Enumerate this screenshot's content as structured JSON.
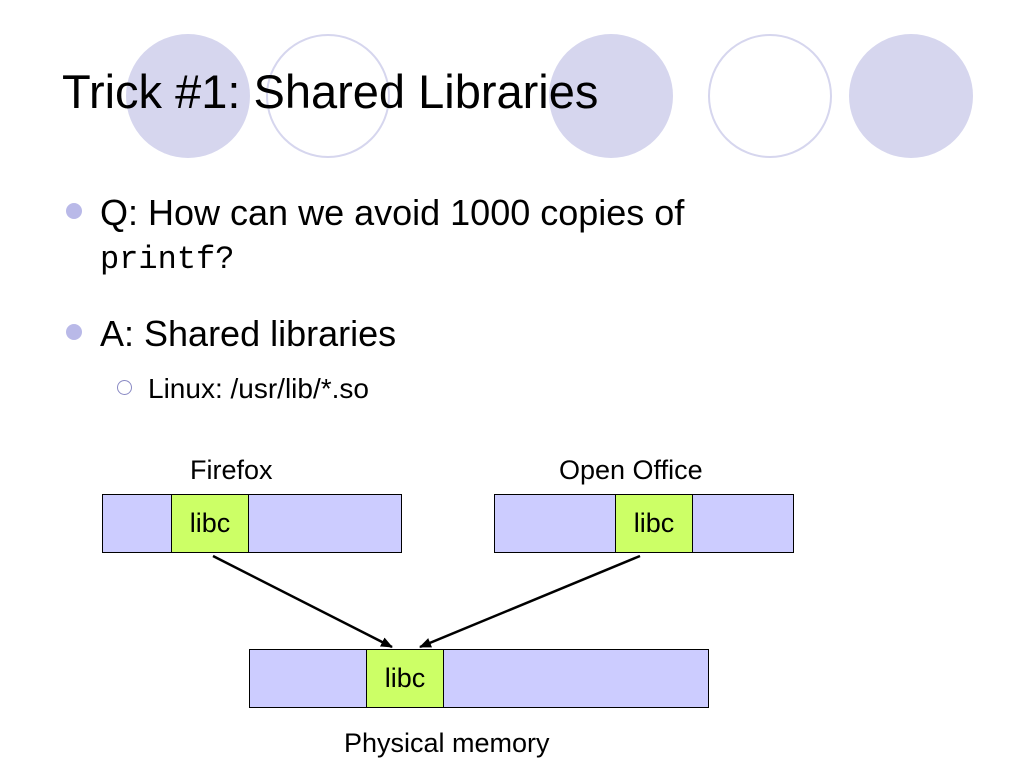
{
  "slide": {
    "title": "Trick #1: Shared Libraries",
    "colors": {
      "decor_circle": "#d6d6ee",
      "bullet": "#b9b9e8",
      "memory_bar": "#ccccff",
      "libc_segment": "#ccff66"
    }
  },
  "bullets": [
    {
      "text": "Q: How can we avoid 1000 copies of",
      "code": "printf?"
    },
    {
      "text": "A: Shared libraries",
      "sub": "Linux: /usr/lib/*.so"
    }
  ],
  "diagram": {
    "firefox_label": "Firefox",
    "openoffice_label": "Open Office",
    "firefox_lib": "libc",
    "openoffice_lib": "libc",
    "physical_lib": "libc",
    "physical_label": "Physical memory"
  }
}
